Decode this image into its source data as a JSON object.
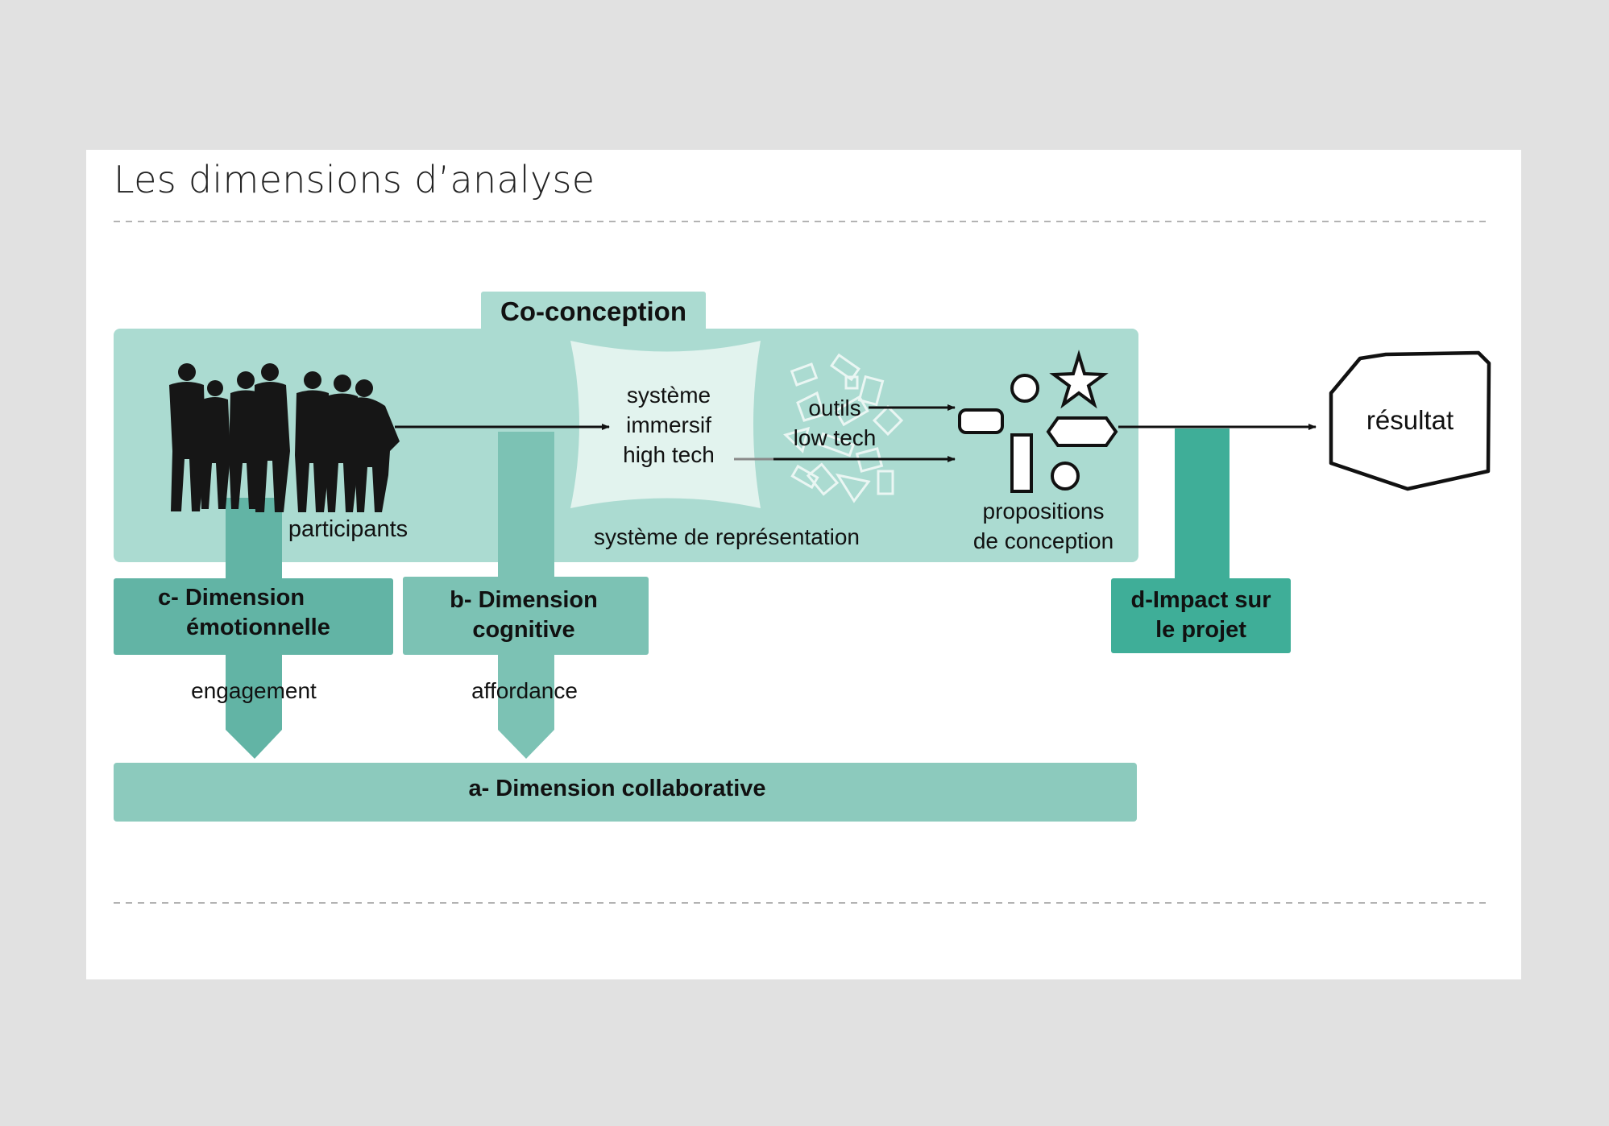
{
  "title": "Les dimensions d’analyse",
  "co_conception": {
    "label": "Co-conception"
  },
  "participants": {
    "label": "participants"
  },
  "immersive_system": {
    "label_lines": [
      "système",
      "immersif",
      "high tech"
    ]
  },
  "low_tech_tools": {
    "label_lines": [
      "outils",
      "low tech"
    ]
  },
  "representation_system": {
    "label": "système de représentation"
  },
  "design_proposals": {
    "label_lines": [
      "propositions",
      "de conception"
    ]
  },
  "result": {
    "label": "résultat"
  },
  "dimensions": {
    "emotional": {
      "label_lines": [
        "c- Dimension",
        "émotionnelle"
      ],
      "sublabel": "engagement"
    },
    "cognitive": {
      "label_lines": [
        "b- Dimension",
        "cognitive"
      ],
      "sublabel": "affordance"
    },
    "collaborative": {
      "label": "a- Dimension collaborative"
    },
    "impact": {
      "label_lines": [
        "d-Impact sur",
        "le projet"
      ]
    }
  },
  "colors": {
    "background": "#e1e1e1",
    "slide": "#ffffff",
    "co_conception_band": "#abdbd1",
    "emotional": "#62b4a5",
    "cognitive": "#7cc2b4",
    "collaborative": "#8ccabd",
    "impact": "#3fae98",
    "immersive_screen": "#e2f3ee",
    "silhouettes": "#161616"
  }
}
